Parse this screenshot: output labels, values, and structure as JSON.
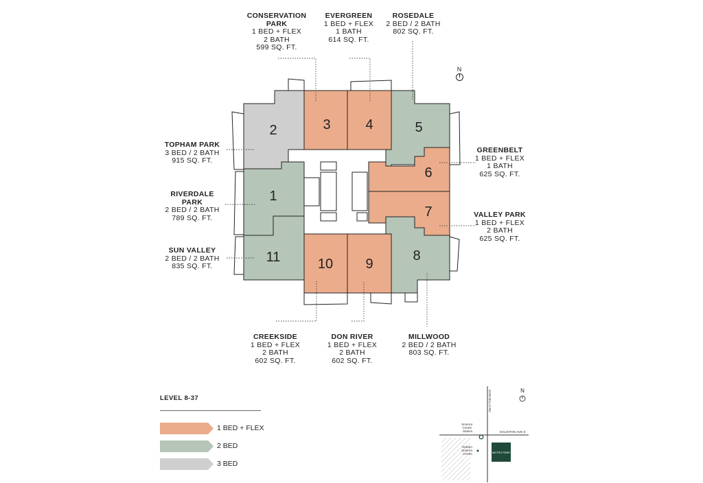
{
  "colors": {
    "one_bed_flex": "#ebac8b",
    "two_bed": "#b5c5b8",
    "three_bed": "#cfcfcf",
    "lines": "#222222",
    "map_dark": "#1f4a3a"
  },
  "compass": {
    "north": "N"
  },
  "units": [
    {
      "number": "1",
      "name": "RIVERDALE PARK",
      "type": "2 BED / 2 BATH",
      "name_lines": [
        "RIVERDALE",
        "PARK"
      ],
      "details": [
        "2 BED / 2 BATH",
        "789 SQ. FT."
      ]
    },
    {
      "number": "2",
      "name": "TOPHAM PARK",
      "name_lines": [
        "TOPHAM PARK"
      ],
      "details": [
        "3 BED / 2 BATH",
        "915 SQ. FT."
      ]
    },
    {
      "number": "3",
      "name": "CONSERVATION PARK",
      "name_lines": [
        "CONSERVATION",
        "PARK"
      ],
      "details": [
        "1 BED + FLEX",
        "2 BATH",
        "599 SQ. FT."
      ]
    },
    {
      "number": "4",
      "name": "EVERGREEN",
      "name_lines": [
        "EVERGREEN"
      ],
      "details": [
        "1 BED + FLEX",
        "1 BATH",
        "614 SQ. FT."
      ]
    },
    {
      "number": "5",
      "name": "ROSEDALE",
      "name_lines": [
        "ROSEDALE"
      ],
      "details": [
        "2 BED / 2 BATH",
        "802 SQ. FT."
      ]
    },
    {
      "number": "6",
      "name": "GREENBELT",
      "name_lines": [
        "GREENBELT"
      ],
      "details": [
        "1 BED + FLEX",
        "1 BATH",
        "625 SQ. FT."
      ]
    },
    {
      "number": "7",
      "name": "VALLEY PARK",
      "name_lines": [
        "VALLEY PARK"
      ],
      "details": [
        "1 BED + FLEX",
        "2 BATH",
        "625 SQ. FT."
      ]
    },
    {
      "number": "8",
      "name": "MILLWOOD",
      "name_lines": [
        "MILLWOOD"
      ],
      "details": [
        "2 BED / 2 BATH",
        "803 SQ. FT."
      ]
    },
    {
      "number": "9",
      "name": "DON RIVER",
      "name_lines": [
        "DON RIVER"
      ],
      "details": [
        "1 BED + FLEX",
        "2 BATH",
        "602 SQ. FT."
      ]
    },
    {
      "number": "10",
      "name": "CREEKSIDE",
      "name_lines": [
        "CREEKSIDE"
      ],
      "details": [
        "1 BED + FLEX",
        "2 BATH",
        "602 SQ. FT."
      ]
    },
    {
      "number": "11",
      "name": "SUN VALLEY",
      "name_lines": [
        "SUN VALLEY"
      ],
      "details": [
        "2 BED / 2 BATH",
        "835 SQ. FT."
      ]
    }
  ],
  "legend": {
    "title": "LEVEL 8-37",
    "items": [
      {
        "label": "1 BED + FLEX",
        "color": "#ebac8b"
      },
      {
        "label": "2 BED",
        "color": "#b5c5b8"
      },
      {
        "label": "3 BED",
        "color": "#cfcfcf"
      }
    ]
  },
  "map": {
    "street_vertical": "DON MILLS RD",
    "street_horizontal": "EGLINTON AVE E",
    "station_lines": [
      "Science",
      "Centre",
      "Station"
    ],
    "centre_lines": [
      "Ontario",
      "Science",
      "Centre"
    ],
    "building_lines": [
      "METRO PARK"
    ]
  }
}
